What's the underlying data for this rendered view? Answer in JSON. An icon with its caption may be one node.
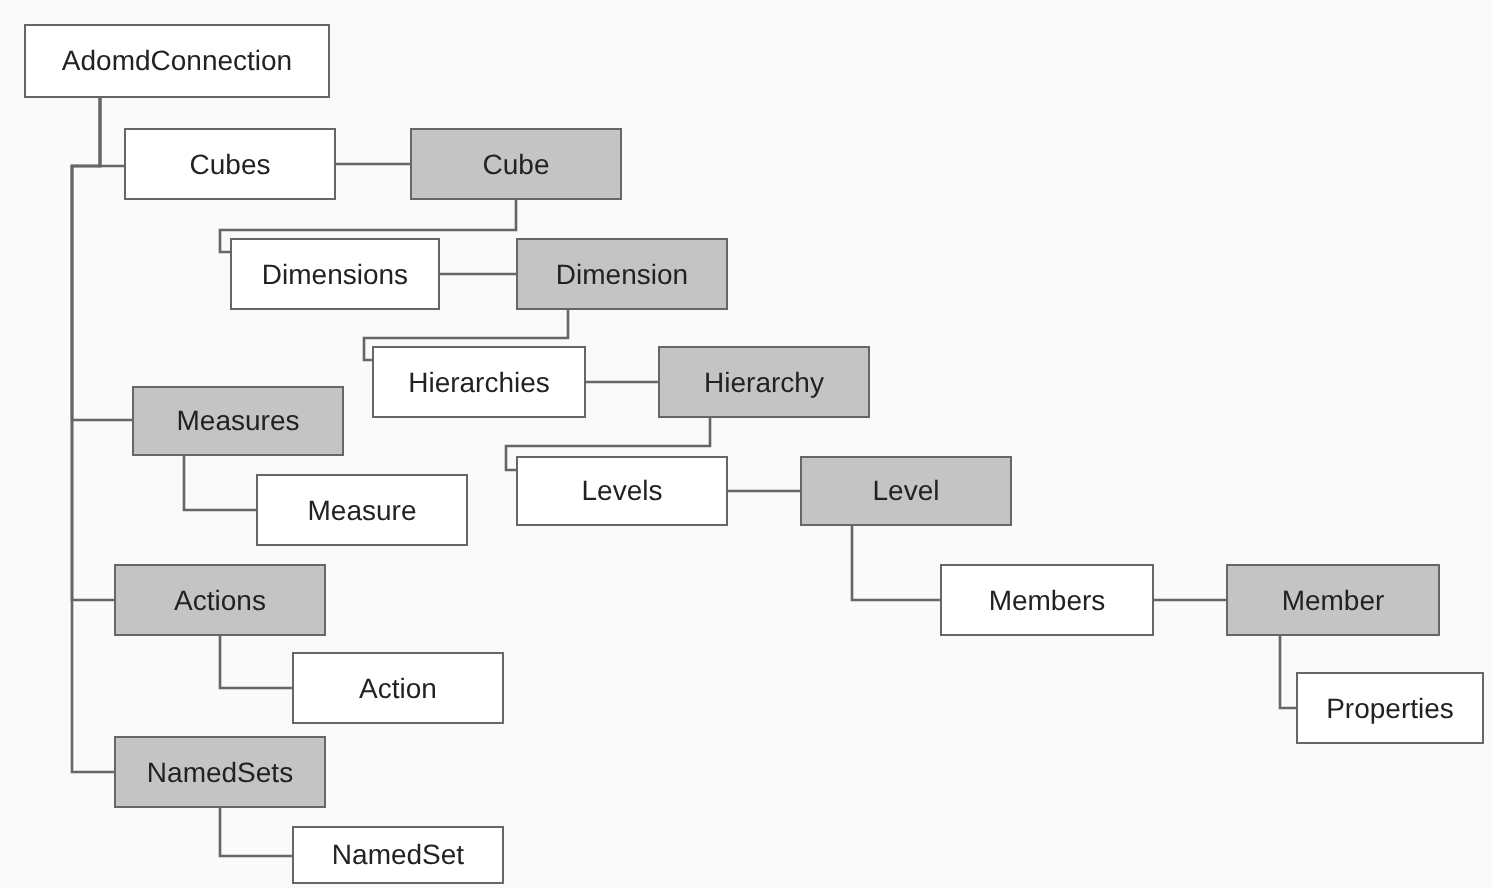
{
  "diagram": {
    "nodes": [
      {
        "text": [
          "AdomdConnection"
        ]
      },
      {
        "text": [
          "Cubes"
        ]
      },
      {
        "text": [
          "Cube"
        ]
      },
      {
        "text": [
          "Dimensions"
        ]
      },
      {
        "text": [
          "Dimension"
        ]
      },
      {
        "text": [
          "Hierarchies"
        ]
      },
      {
        "text": [
          "Hierarchy"
        ]
      },
      {
        "text": [
          "Measures"
        ]
      },
      {
        "text": [
          "Measure"
        ]
      },
      {
        "text": [
          "Levels"
        ]
      },
      {
        "text": [
          "Level"
        ]
      },
      {
        "text": [
          "Members"
        ]
      },
      {
        "text": [
          "Member"
        ]
      },
      {
        "text": [
          "Actions"
        ]
      },
      {
        "text": [
          "Action"
        ]
      },
      {
        "text": [
          "Properties"
        ]
      },
      {
        "text": [
          "NamedSets"
        ]
      },
      {
        "text": [
          "NamedSet"
        ]
      }
    ],
    "edges": [
      {
        "from": 0,
        "to": 1,
        "arrow": "none"
      },
      {
        "from": 1,
        "to": 2,
        "arrow": "none"
      },
      {
        "from": 2,
        "to": 3,
        "arrow": "none"
      },
      {
        "from": 3,
        "to": 4,
        "arrow": "none"
      },
      {
        "from": 4,
        "to": 5,
        "arrow": "none"
      },
      {
        "from": 5,
        "to": 6,
        "arrow": "none"
      },
      {
        "from": 6,
        "to": 9,
        "arrow": "none"
      },
      {
        "from": 9,
        "to": 10,
        "arrow": "none"
      },
      {
        "from": 10,
        "to": 11,
        "arrow": "none"
      },
      {
        "from": 11,
        "to": 12,
        "arrow": "none"
      },
      {
        "from": 12,
        "to": 15,
        "arrow": "none"
      },
      {
        "from": 0,
        "to": 7,
        "arrow": "none"
      },
      {
        "from": 7,
        "to": 8,
        "arrow": "none"
      },
      {
        "from": 0,
        "to": 13,
        "arrow": "none"
      },
      {
        "from": 13,
        "to": 14,
        "arrow": "none"
      },
      {
        "from": 0,
        "to": 16,
        "arrow": "none"
      },
      {
        "from": 16,
        "to": 17,
        "arrow": "none"
      }
    ]
  }
}
